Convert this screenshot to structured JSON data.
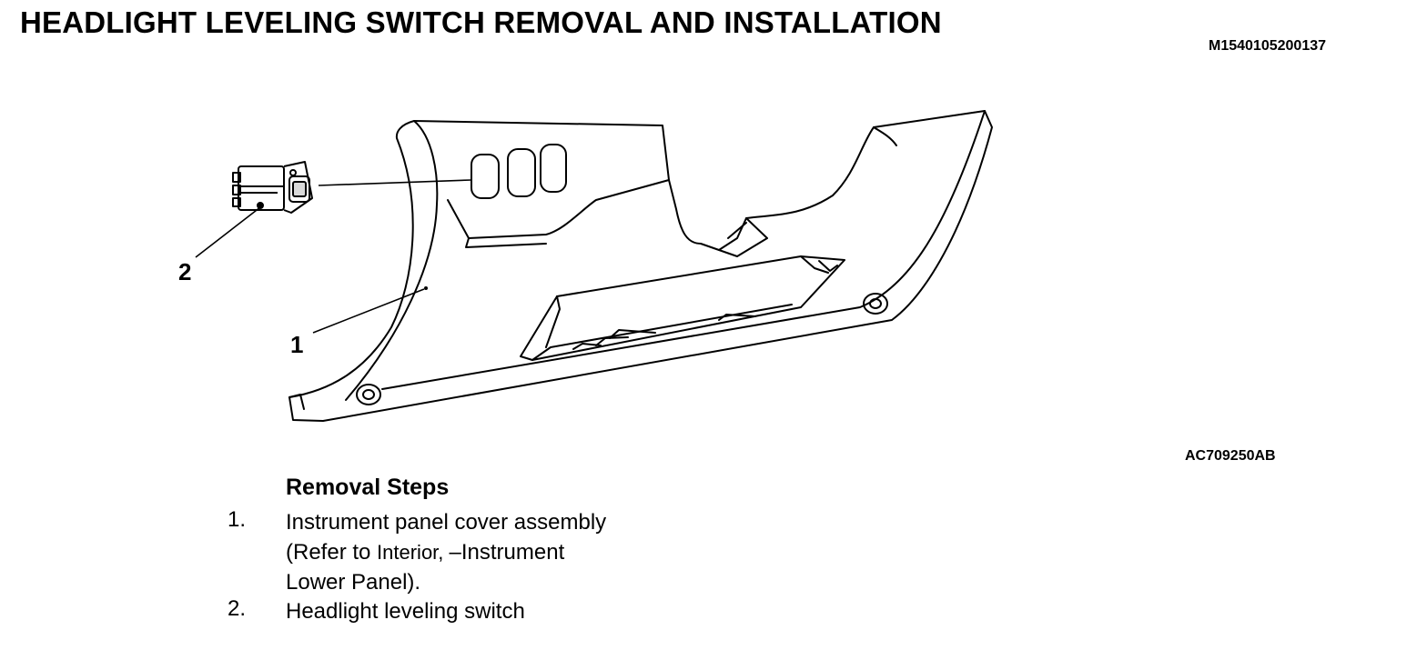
{
  "header": {
    "title": "HEADLIGHT LEVELING SWITCH REMOVAL AND INSTALLATION",
    "doc_id": "M1540105200137"
  },
  "figure": {
    "id": "AC709250AB",
    "callouts": [
      "1",
      "2"
    ]
  },
  "removal": {
    "heading": "Removal Steps",
    "steps": [
      {
        "num": "1.",
        "line1": "Instrument panel cover assembly",
        "line2_a": "(Refer to ",
        "line2_ref": "Interior, ",
        "line2_b": "–Instrument",
        "line3": "Lower Panel",
        "line3_end": ")."
      },
      {
        "num": "2.",
        "line1": "Headlight leveling switch"
      }
    ]
  }
}
